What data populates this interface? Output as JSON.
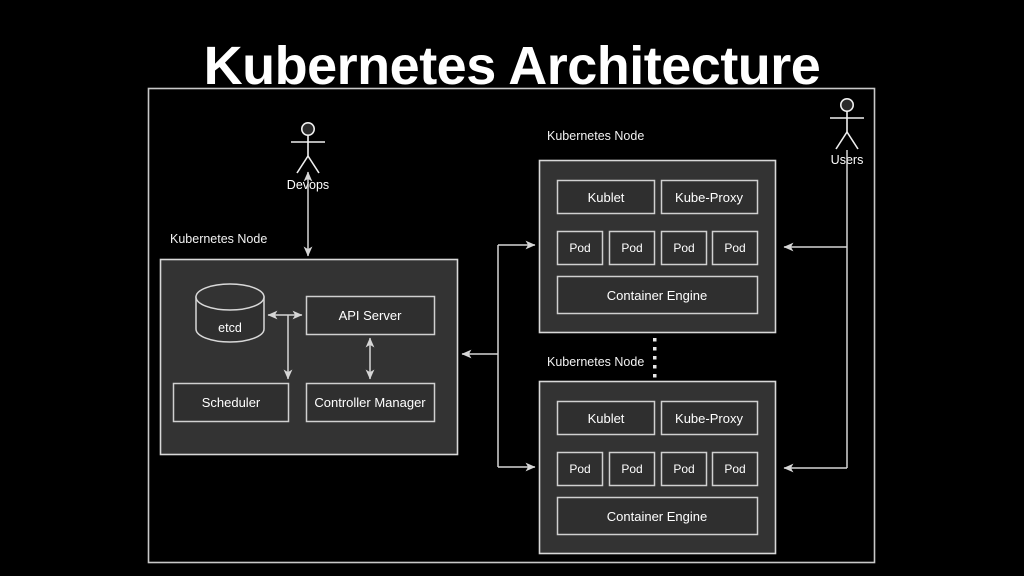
{
  "page": {
    "title": "Kubernetes Architecture",
    "background_color": "#000000",
    "line_color": "#d6d6d6",
    "node_fill": "#333333",
    "box_fill": "#2f2f2f",
    "text_color": "#ffffff"
  },
  "actors": [
    {
      "id": "devops",
      "label": "Devops",
      "icon": "stick-figure-icon"
    },
    {
      "id": "users",
      "label": "Users",
      "icon": "stick-figure-icon"
    }
  ],
  "master_node": {
    "caption": "Kubernetes Node",
    "datastore": {
      "label": "etcd",
      "shape": "cylinder"
    },
    "components": [
      {
        "id": "api-server",
        "label": "API Server"
      },
      {
        "id": "scheduler",
        "label": "Scheduler"
      },
      {
        "id": "controller-manager",
        "label": "Controller Manager"
      }
    ]
  },
  "worker_nodes": [
    {
      "id": "worker-1",
      "caption": "Kubernetes Node",
      "agents": [
        {
          "id": "kublet",
          "label": "Kublet"
        },
        {
          "id": "kube-proxy",
          "label": "Kube-Proxy"
        }
      ],
      "pods": [
        {
          "label": "Pod"
        },
        {
          "label": "Pod"
        },
        {
          "label": "Pod"
        },
        {
          "label": "Pod"
        }
      ],
      "runtime": {
        "id": "container-engine",
        "label": "Container Engine"
      }
    },
    {
      "id": "worker-2",
      "caption": "Kubernetes Node",
      "agents": [
        {
          "id": "kublet",
          "label": "Kublet"
        },
        {
          "id": "kube-proxy",
          "label": "Kube-Proxy"
        }
      ],
      "pods": [
        {
          "label": "Pod"
        },
        {
          "label": "Pod"
        },
        {
          "label": "Pod"
        },
        {
          "label": "Pod"
        }
      ],
      "runtime": {
        "id": "container-engine",
        "label": "Container Engine"
      }
    }
  ],
  "connections": {
    "devops_to_master": "bidirectional",
    "etcd_to_api": "bidirectional",
    "api_to_controller": "bidirectional",
    "etcd_bus_to_scheduler": "directed",
    "master_to_workers": "bus",
    "users_to_workers": "directed",
    "node_continuation": "dotted"
  }
}
